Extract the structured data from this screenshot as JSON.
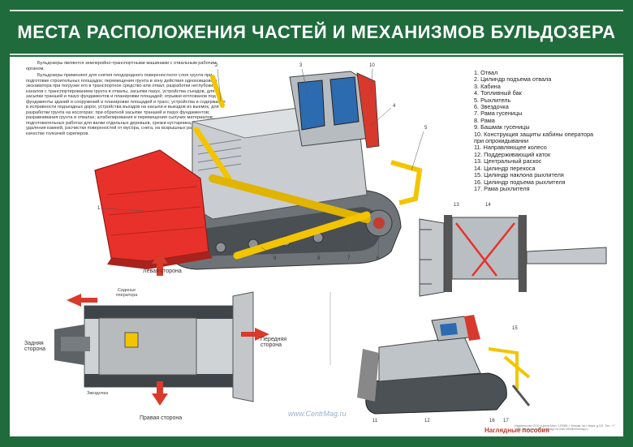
{
  "title": "МЕСТА РАСПОЛОЖЕНИЯ ЧАСТЕЙ И МЕХАНИЗМОВ БУЛЬДОЗЕРА",
  "intro": [
    "Бульдозеры являются землеройно-транспортными машинами с отвальным рабочим органом.",
    "Бульдозеры применяют для снятия плодородного поверхностного слоя грунта при подготовке строительных площадок; перемещения грунта в зону действия одноковшового экскаватора при погрузке его в транспортное средство или отвал; разработки неглубоких каналов с транспортированием грунта в отвалы, засыпки пазух, устройства съездов, для засыпки траншей и пазух фундаментов и планировки площадей; отрывки котлованов под фундаменты зданий и сооружений и планировке площадей и трасс; устройства и содержания в исправности подъездных дорог, устройства въездов на насыпи и выездов из выемок, для разработки грунта на косогорах; при обратной засыпке траншей и пазух фундаментов; разравнивания грунта в отвалах; штабелирования и перемещения сыпучих материалов; подготовительных работах для валки отдельных деревьев, срезки кустарника, корчевки пней, удаления камней, расчистки поверхностей от мусора, снега, на вскрышных работах, а также в качестве толкачей скреперов."
  ],
  "legend": [
    "1. Отвал",
    "2. Цилиндр подъема отвала",
    "3. Кабина",
    "4. Топливный бак",
    "5. Рыхлитель",
    "6. Звездочка",
    "7. Рама гусеницы",
    "8. Рама",
    "9. Башмак гусеницы",
    "10. Конструкция защиты кабины оператора",
    "при опрокидывании",
    "11. Направляющее колесо",
    "12. Поддерживающий каток",
    "13. Центральный раскос",
    "14. Цилиндр перекоса",
    "15. Цилиндр наклона рыхлителя",
    "16. Цилиндр подъема рыхлителя",
    "17. Рама рыхлителя"
  ],
  "diagram_labels": {
    "left_side": "Левая сторона",
    "right_side": "Правая сторона",
    "front_side": "Передняя сторона",
    "rear_side": "Задняя сторона",
    "operator_seat": "Сиденье оператора",
    "sprocket": "Звездочка"
  },
  "main_numbers": [
    "1",
    "2",
    "3",
    "4",
    "5",
    "6",
    "7",
    "8",
    "9",
    "10"
  ],
  "top_view_numbers": [
    "13",
    "14"
  ],
  "side_view_numbers": [
    "11",
    "12",
    "15",
    "16",
    "17"
  ],
  "watermark": "www.CentrMag.ru",
  "publisher": "Наглядные пособия",
  "footer_text": "Издательство ООО «Центр-Маг». 129085, г. Москва, пр-т Мира, д.101. Тел.: +7 (495) 258-09-44 www.centrmag.ru e-mail: info@centrmag.ru",
  "colors": {
    "frame_green": "#1f6b3c",
    "blade_red": "#e8312a",
    "cylinder_yellow": "#f2c500",
    "arrow_red": "#d93a2b",
    "body_gray": "#bfc4c8"
  }
}
